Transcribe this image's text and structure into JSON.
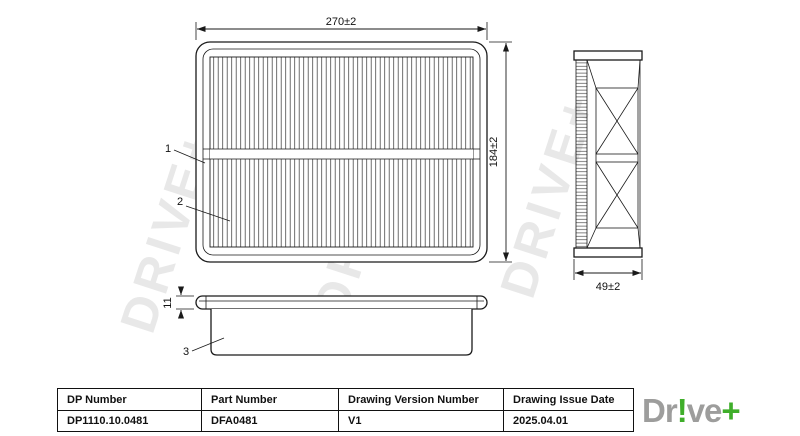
{
  "drawing": {
    "dims": {
      "width": "270±2",
      "height": "184±2",
      "depth": "49±2",
      "flange": "11"
    },
    "labels": {
      "l1": "1",
      "l2": "2",
      "l3": "3"
    }
  },
  "watermark": {
    "text": "DRIVE+"
  },
  "table": {
    "headers": [
      "DP Number",
      "Part Number",
      "Drawing Version Number",
      "Drawing Issue Date"
    ],
    "values": [
      "DP1110.10.0481",
      "DFA0481",
      "V1",
      "2025.04.01"
    ]
  },
  "logo": {
    "dr": "Dr",
    "bang": "!",
    "ve": "ve",
    "plus": "+",
    "gray_color": "#9d9d9c",
    "green_color": "#3fae2a"
  }
}
